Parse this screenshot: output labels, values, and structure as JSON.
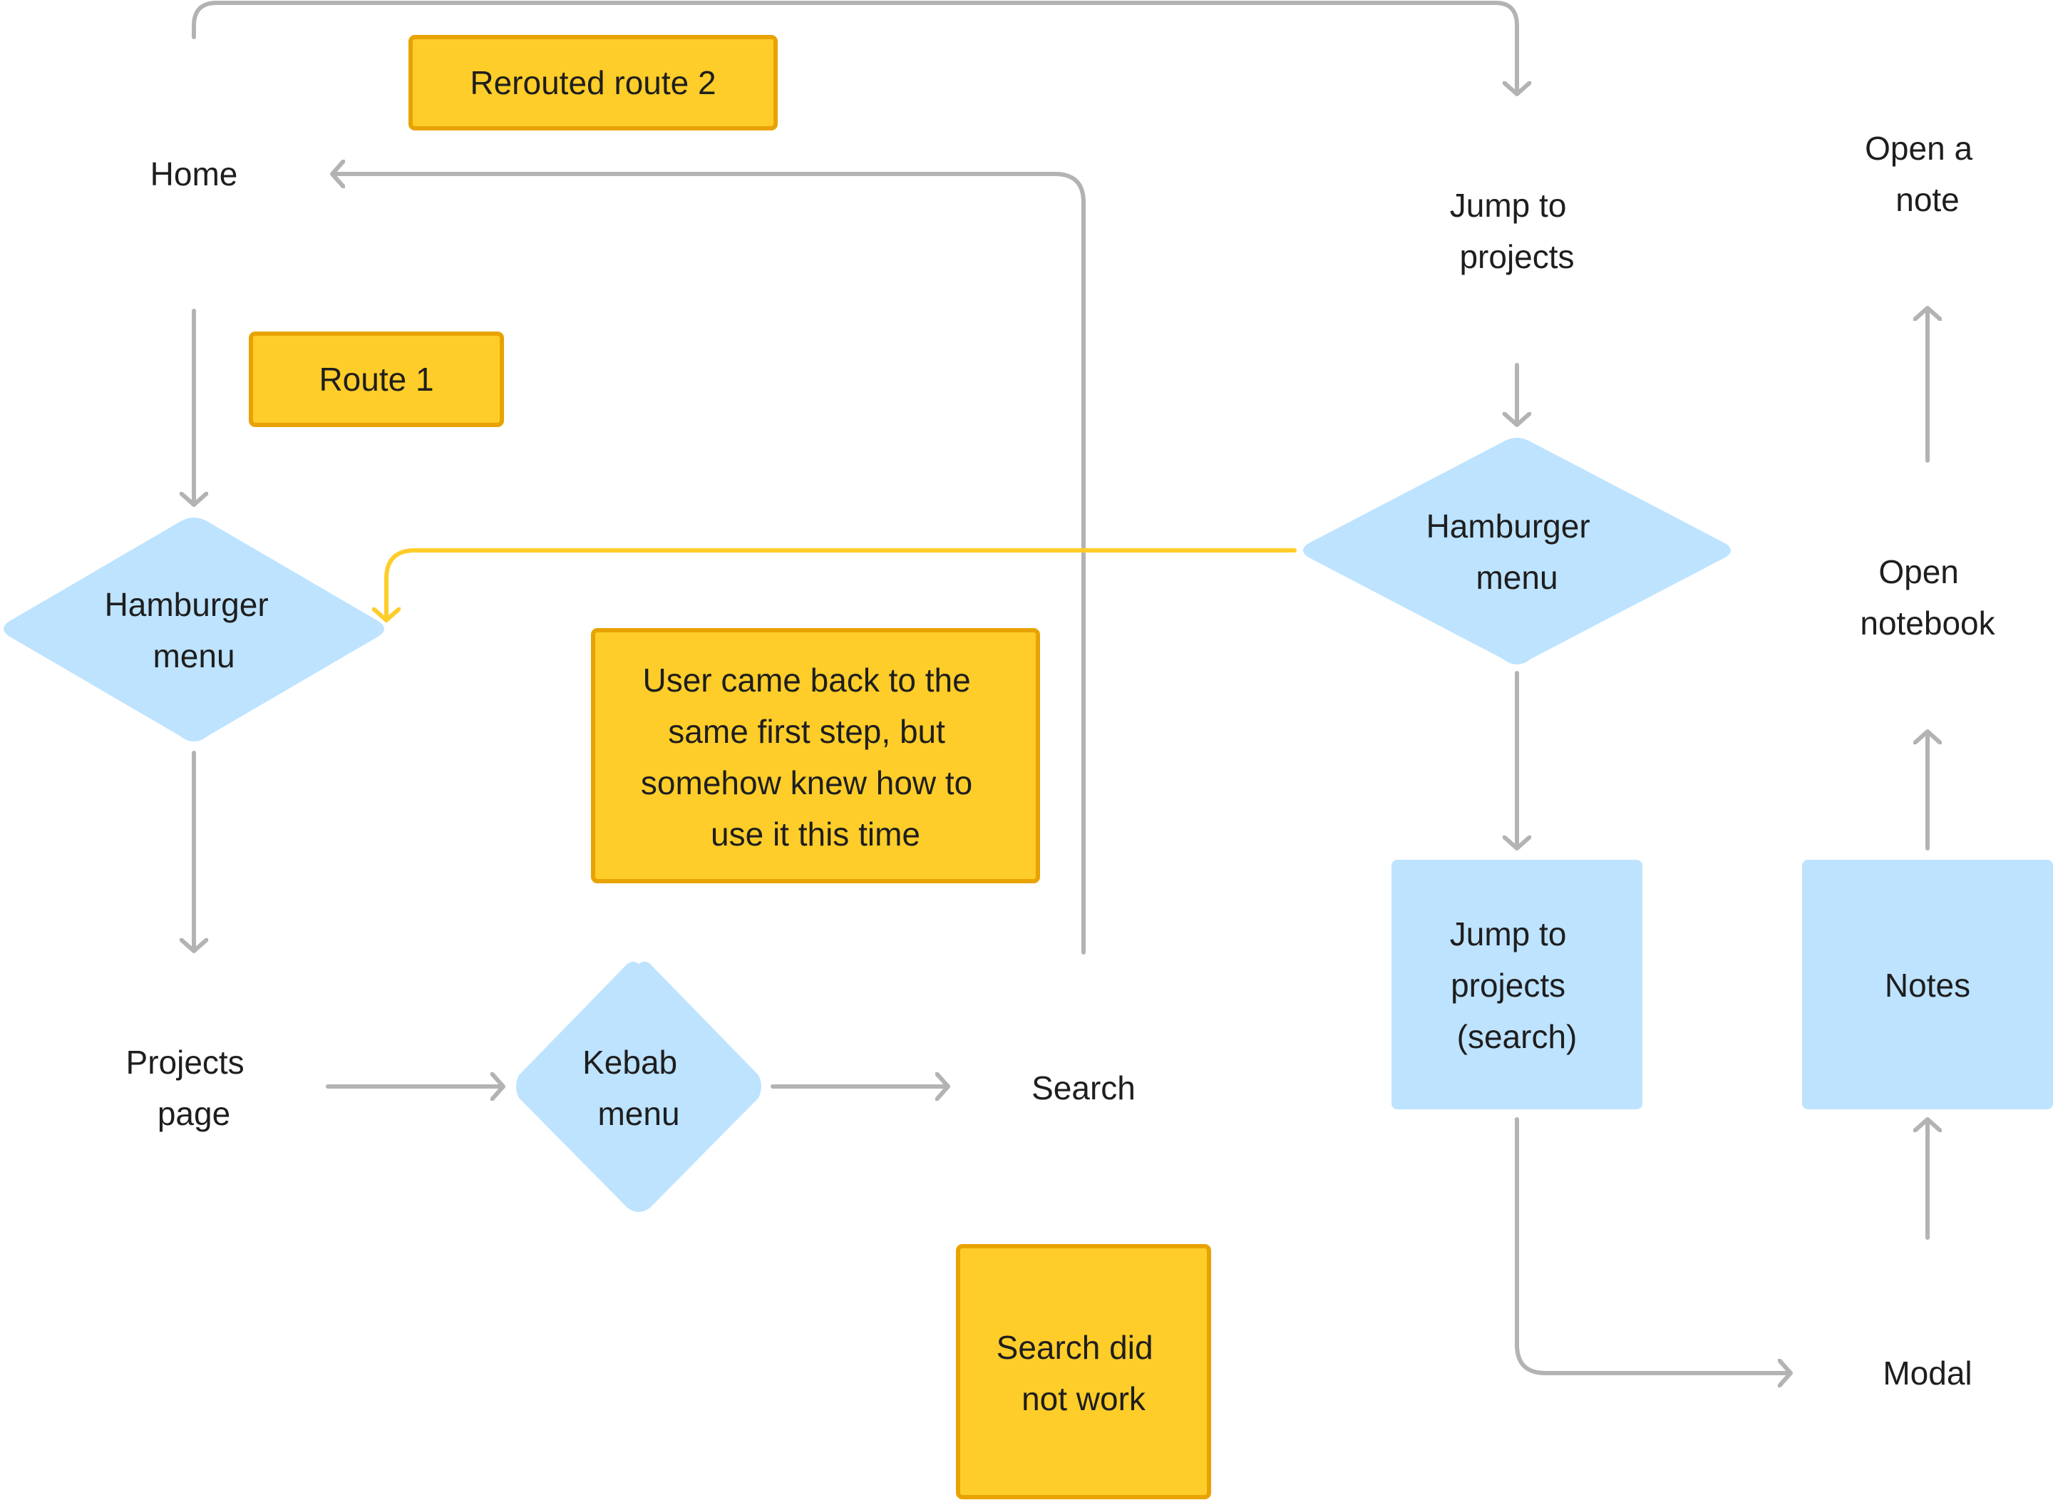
{
  "nodes": {
    "home": {
      "lines": [
        "Home"
      ]
    },
    "hamburger_left": {
      "lines": [
        "Hamburger",
        "menu"
      ]
    },
    "projects_page": {
      "lines": [
        "Projects",
        "page"
      ]
    },
    "kebab": {
      "lines": [
        "Kebab",
        "menu"
      ]
    },
    "search": {
      "lines": [
        "Search"
      ]
    },
    "jump_projects": {
      "lines": [
        "Jump to",
        "projects"
      ]
    },
    "hamburger_right": {
      "lines": [
        "Hamburger",
        "menu"
      ]
    },
    "jump_search": {
      "lines": [
        "Jump to",
        "projects",
        "(search)"
      ]
    },
    "modal": {
      "lines": [
        "Modal"
      ]
    },
    "notes": {
      "lines": [
        "Notes"
      ]
    },
    "open_notebook": {
      "lines": [
        "Open",
        "notebook"
      ]
    },
    "open_note": {
      "lines": [
        "Open a",
        "note"
      ]
    }
  },
  "stickies": {
    "rerouted": {
      "lines": [
        "Rerouted route 2"
      ]
    },
    "route1": {
      "lines": [
        "Route 1"
      ]
    },
    "user_came_back": {
      "lines": [
        "User came back to the",
        "same first step, but",
        "somehow knew how to",
        "use it this time"
      ]
    },
    "search_failed": {
      "lines": [
        "Search did",
        "not work"
      ]
    }
  },
  "colors": {
    "process_fill": "#bde3ff",
    "sticky_fill": "#ffcd29",
    "sticky_border": "#e8a302",
    "connector": "#b3b3b3",
    "highlight_connector": "#ffcd29"
  }
}
